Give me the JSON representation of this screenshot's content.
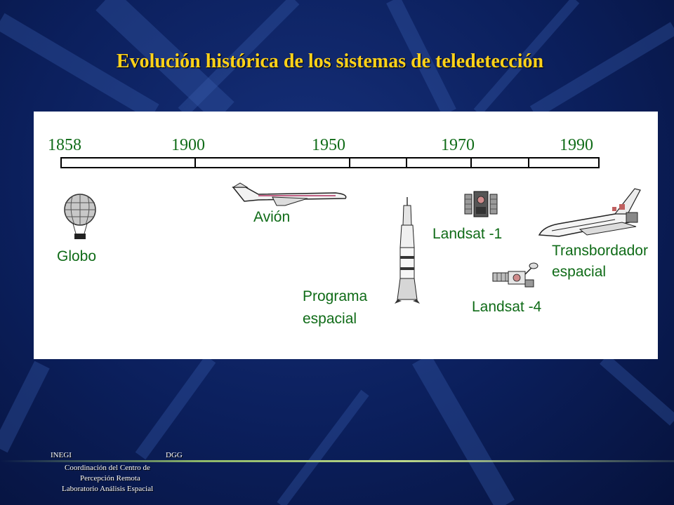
{
  "slide": {
    "title": "Evolución histórica de los sistemas de teledetección",
    "colors": {
      "background": "#0b1f5c",
      "title": "#ffd21a",
      "label": "#0f6b17"
    }
  },
  "timeline": {
    "years": [
      "1858",
      "1900",
      "1950",
      "1970",
      "1990"
    ]
  },
  "eras": {
    "globo": "Globo",
    "avion": "Avión",
    "programa_line1": "Programa",
    "programa_line2": "espacial",
    "landsat1": "Landsat -1",
    "landsat4": "Landsat -4",
    "transbordador_line1": "Transbordador",
    "transbordador_line2": "espacial"
  },
  "footer": {
    "org_left": "INEGI",
    "org_right": "DGG",
    "line1": "Coordinación del Centro de",
    "line2": "Percepción Remota",
    "line3": "Laboratorio Análisis Espacial"
  },
  "icons": [
    "balloon-icon",
    "airplane-icon",
    "rocket-icon",
    "satellite-icon",
    "satellite-4-icon",
    "space-shuttle-icon"
  ]
}
